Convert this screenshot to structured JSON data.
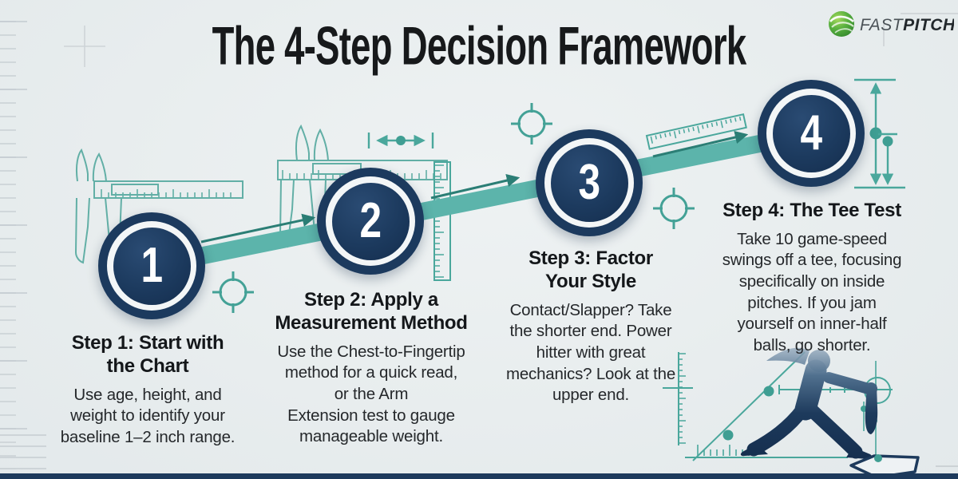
{
  "header": {
    "title": "The 4-Step Decision Framework"
  },
  "logo": {
    "first": "FAST",
    "second": "PITCH"
  },
  "steps": [
    {
      "number": "1",
      "title": "Step 1: Start with\nthe Chart",
      "body": "Use age, height, and\nweight to identify your\nbaseline 1–2 inch range."
    },
    {
      "number": "2",
      "title": "Step 2: Apply a\nMeasurement Method",
      "body": "Use the Chest-to-Fingertip\nmethod for a quick read,\nor the Arm\nExtension test to gauge\nmanageable weight."
    },
    {
      "number": "3",
      "title": "Step 3: Factor\nYour Style",
      "body": "Contact/Slapper? Take\nthe shorter end. Power\nhitter with great\nmechanics? Look at the\nupper end."
    },
    {
      "number": "4",
      "title": "Step 4: The Tee Test",
      "body": "Take 10 game-speed\nswings off a tee, focusing\nspecifically on inside\npitches. If you jam\nyourself on inner-half\nballs, go shorter."
    }
  ],
  "palette": {
    "background": "#e9edee",
    "navy": "#1d3a5c",
    "teal_band": "#5cb4ab",
    "teal_line": "#4aa79c",
    "arrow_dark": "#2b7e75",
    "logo_green": "#3f9c33",
    "text_dark": "#17191b",
    "ring_white": "#f3f6f7"
  }
}
